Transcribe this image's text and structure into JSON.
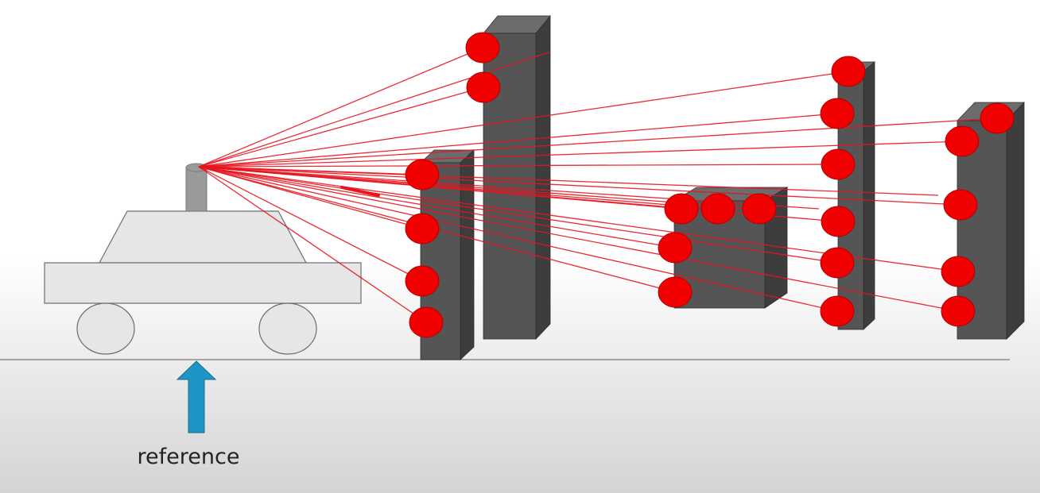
{
  "diagram": {
    "reference_label": "reference",
    "colors": {
      "background_top": "#ffffff",
      "background_bottom": "#d4d4d4",
      "ground_line": "#8c8c8c",
      "car_body": "#e6e6e6",
      "car_outline": "#6e6e6e",
      "sensor": "#9a9a9a",
      "obstacle_front": "#555555",
      "obstacle_side": "#3d3d3d",
      "obstacle_top": "#6c6c6c",
      "laser_ray": "#e8141e",
      "hit_point": "#f00000",
      "arrow": "#1e95c4",
      "label_text": "#222222"
    },
    "icons": {
      "vehicle": "car-with-lidar-sensor",
      "obstacle": "grey-3d-block",
      "measurement": "red-point",
      "reference": "up-arrow"
    },
    "counts": {
      "obstacles": 5,
      "hit_points": 22,
      "laser_rays": 22
    }
  }
}
